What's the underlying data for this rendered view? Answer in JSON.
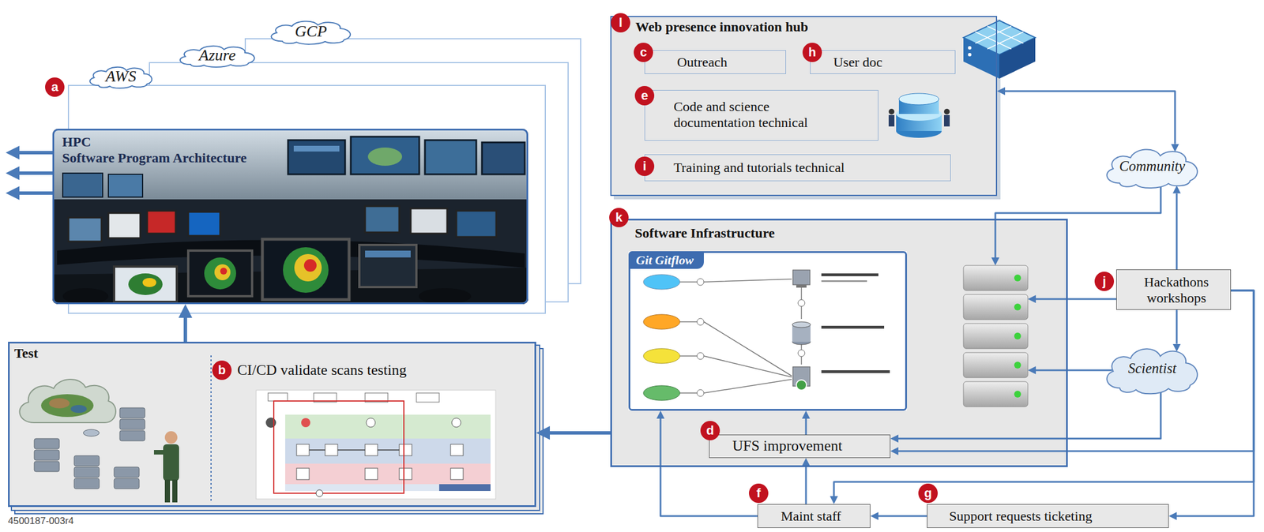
{
  "diagram": {
    "nodes": [
      {
        "text": [
          "AWS"
        ]
      },
      {
        "text": [
          "Azure"
        ]
      },
      {
        "text": [
          "GCP"
        ]
      },
      {
        "text": [
          "HPC",
          "Software Program Architecture"
        ]
      },
      {
        "text": [
          "Test"
        ]
      },
      {
        "text": [
          "CI/CD validate scans testing"
        ],
        "in": 4
      },
      {
        "text": [
          "Web presence innovation hub"
        ]
      },
      {
        "text": [
          "Outreach"
        ],
        "in": 6
      },
      {
        "text": [
          "User doc"
        ],
        "in": 6
      },
      {
        "text": [
          "Code and science documentation technical"
        ],
        "in": 6
      },
      {
        "text": [
          "Training and tutorials technical"
        ],
        "in": 6
      },
      {
        "text": [
          "Community"
        ]
      },
      {
        "text": [
          "Software Infrastructure"
        ]
      },
      {
        "text": [
          "Git Gitflow"
        ],
        "in": 12
      },
      {
        "text": [
          "Hackathons workshops"
        ]
      },
      {
        "text": [
          "Scientist"
        ]
      },
      {
        "text": [
          "UFS improvement"
        ],
        "in": 12
      },
      {
        "text": [
          "Maint staff"
        ]
      },
      {
        "text": [
          "Support requests ticketing"
        ]
      }
    ],
    "edges": [
      {
        "from": 4,
        "to": 3,
        "arrow": "to"
      },
      {
        "from": 12,
        "to": 4,
        "arrow": "to"
      },
      {
        "from": 6,
        "to": 11,
        "arrow": "both"
      },
      {
        "from": 11,
        "to": 12,
        "arrow": "to"
      },
      {
        "from": 14,
        "to": 11,
        "arrow": "to"
      },
      {
        "from": 14,
        "to": 15,
        "arrow": "to"
      },
      {
        "from": 14,
        "to": 12,
        "arrow": "to"
      },
      {
        "from": 15,
        "to": 12,
        "arrow": "to"
      },
      {
        "from": 15,
        "to": 16,
        "arrow": "to"
      },
      {
        "from": 14,
        "to": 16,
        "arrow": "to"
      },
      {
        "from": 14,
        "to": 17,
        "arrow": "to"
      },
      {
        "from": 14,
        "to": 18,
        "arrow": "to"
      },
      {
        "from": 18,
        "to": 17,
        "arrow": "to"
      },
      {
        "from": 17,
        "to": 16,
        "arrow": "to"
      },
      {
        "from": 17,
        "to": 13,
        "arrow": "to"
      },
      {
        "from": 16,
        "to": 13,
        "arrow": "to"
      }
    ],
    "labels": [
      "a",
      "l",
      "c",
      "h",
      "e",
      "i",
      "k",
      "j",
      "b",
      "d",
      "f",
      "g",
      "4500187-003r4"
    ]
  }
}
